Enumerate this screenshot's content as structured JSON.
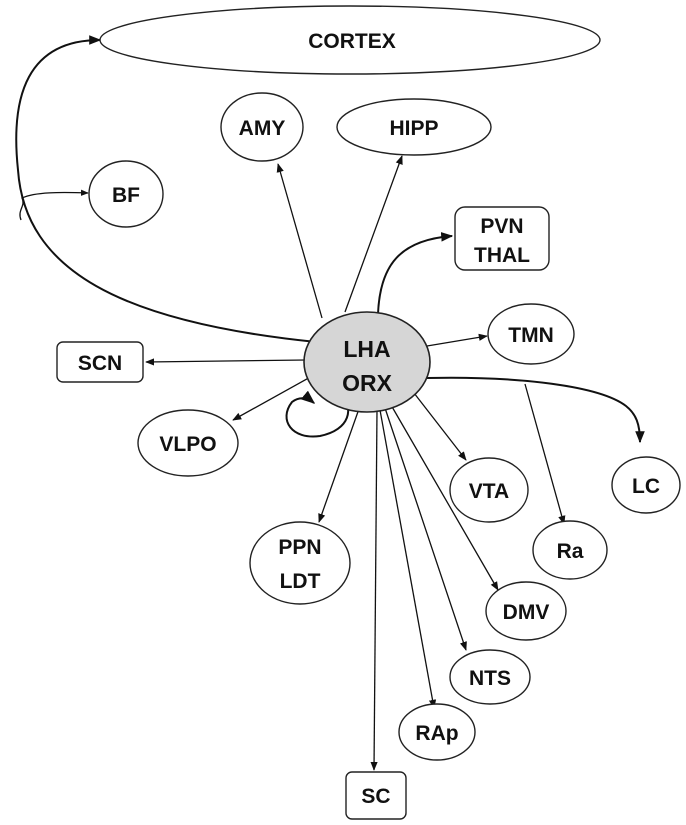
{
  "nodes": {
    "cortex": "CORTEX",
    "amy": "AMY",
    "hipp": "HIPP",
    "bf": "BF",
    "pvn_thal": [
      "PVN",
      "THAL"
    ],
    "tmn": "TMN",
    "scn": "SCN",
    "lha_orx": [
      "LHA",
      "ORX"
    ],
    "vlpo": "VLPO",
    "vta": "VTA",
    "lc": "LC",
    "ra": "Ra",
    "ppn_ldt": [
      "PPN",
      "LDT"
    ],
    "dmv": "DMV",
    "nts": "NTS",
    "rap": "RAp",
    "sc": "SC"
  },
  "colors": {
    "hub_fill": "#d6d6d6",
    "stroke": "#222222",
    "text": "#111111"
  }
}
